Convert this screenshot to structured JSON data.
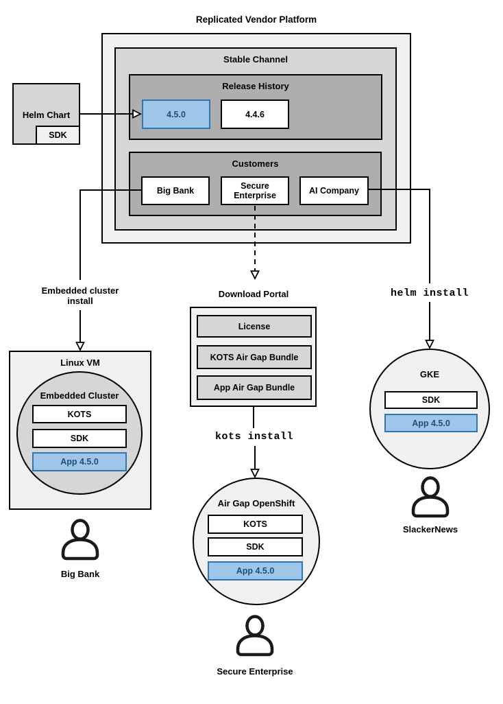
{
  "title": "Replicated Vendor Platform",
  "colors": {
    "light_gray": "#f0f0f0",
    "mid_gray": "#d6d6d6",
    "dark_gray": "#aeaeae",
    "blue_fill": "#9fc5e8",
    "blue_border": "#2e75b6",
    "blue_text": "#1f4e79"
  },
  "stable_channel": {
    "label": "Stable Channel",
    "release_history": {
      "label": "Release History",
      "releases": [
        "4.5.0",
        "4.4.6"
      ]
    },
    "customers": {
      "label": "Customers",
      "items": [
        "Big Bank",
        "Secure Enterprise",
        "AI Company"
      ]
    }
  },
  "helm_chart": {
    "label": "Helm Chart",
    "sdk": "SDK"
  },
  "connector_labels": {
    "embedded_cluster_install": "Embedded cluster install",
    "helm_install": "helm install",
    "kots_install": "kots install"
  },
  "download_portal": {
    "title": "Download Portal",
    "items": [
      "License",
      "KOTS Air Gap Bundle",
      "App Air Gap Bundle"
    ]
  },
  "linux_vm": {
    "label": "Linux VM",
    "cluster_label": "Embedded Cluster",
    "components": [
      "KOTS",
      "SDK"
    ],
    "app": "App 4.5.0",
    "user": "Big Bank"
  },
  "openshift": {
    "label": "Air Gap OpenShift",
    "components": [
      "KOTS",
      "SDK"
    ],
    "app": "App 4.5.0",
    "user": "Secure Enterprise"
  },
  "gke": {
    "label": "GKE",
    "components": [
      "SDK"
    ],
    "app": "App 4.5.0",
    "user": "SlackerNews"
  }
}
